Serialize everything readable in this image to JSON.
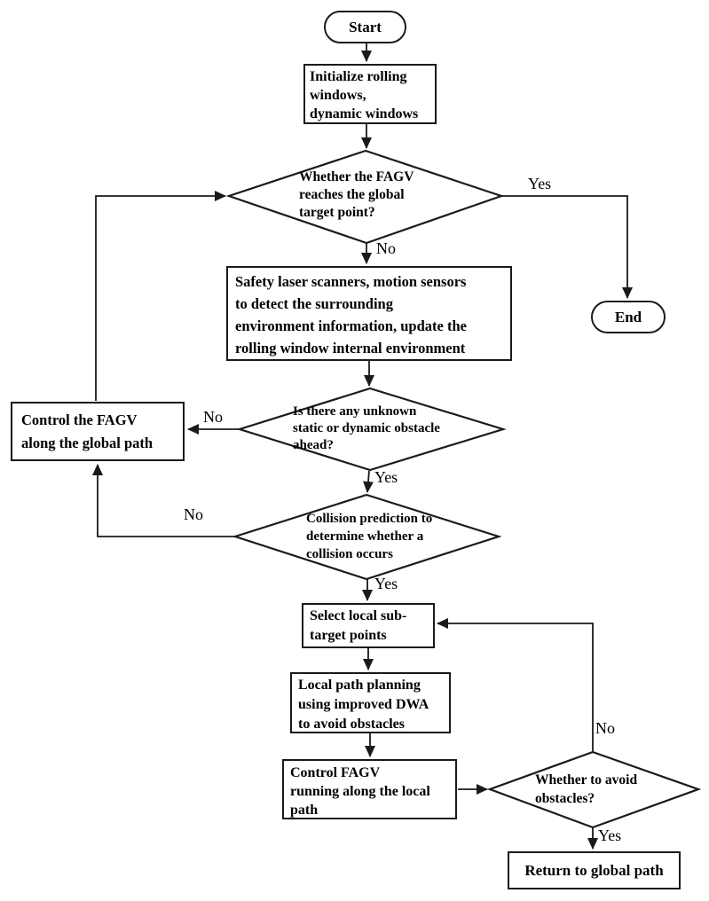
{
  "nodes": {
    "start": "Start",
    "init": "Initialize rolling\nwindows,\ndynamic windows",
    "decision_reach_target": "Whether the FAGV\nreaches the global\ntarget point?",
    "safety": "Safety laser scanners, motion sensors\nto detect the surrounding\nenvironment information, update the\nrolling window internal environment",
    "decision_obstacle": "Is there any unknown\nstatic or dynamic obstacle\nahead?",
    "control_global": "Control the FAGV\nalong the global path",
    "decision_collision": "Collision prediction to\ndetermine whether a\ncollision occurs",
    "select_subtarget": "Select local sub-\ntarget points",
    "local_planning": "Local path planning\nusing improved DWA\nto avoid obstacles",
    "control_local": "Control FAGV\nrunning along the local\npath",
    "decision_avoid": "Whether to avoid\nobstacles?",
    "return_global": "Return to global path",
    "end": "End"
  },
  "edge_labels": {
    "reach_target_yes": "Yes",
    "reach_target_no": "No",
    "obstacle_no": "No",
    "obstacle_yes": "Yes",
    "collision_no": "No",
    "collision_yes": "Yes",
    "avoid_no": "No",
    "avoid_yes": "Yes"
  },
  "colors": {
    "line": "#1a1a1a",
    "text": "#000000",
    "background": "#ffffff"
  }
}
